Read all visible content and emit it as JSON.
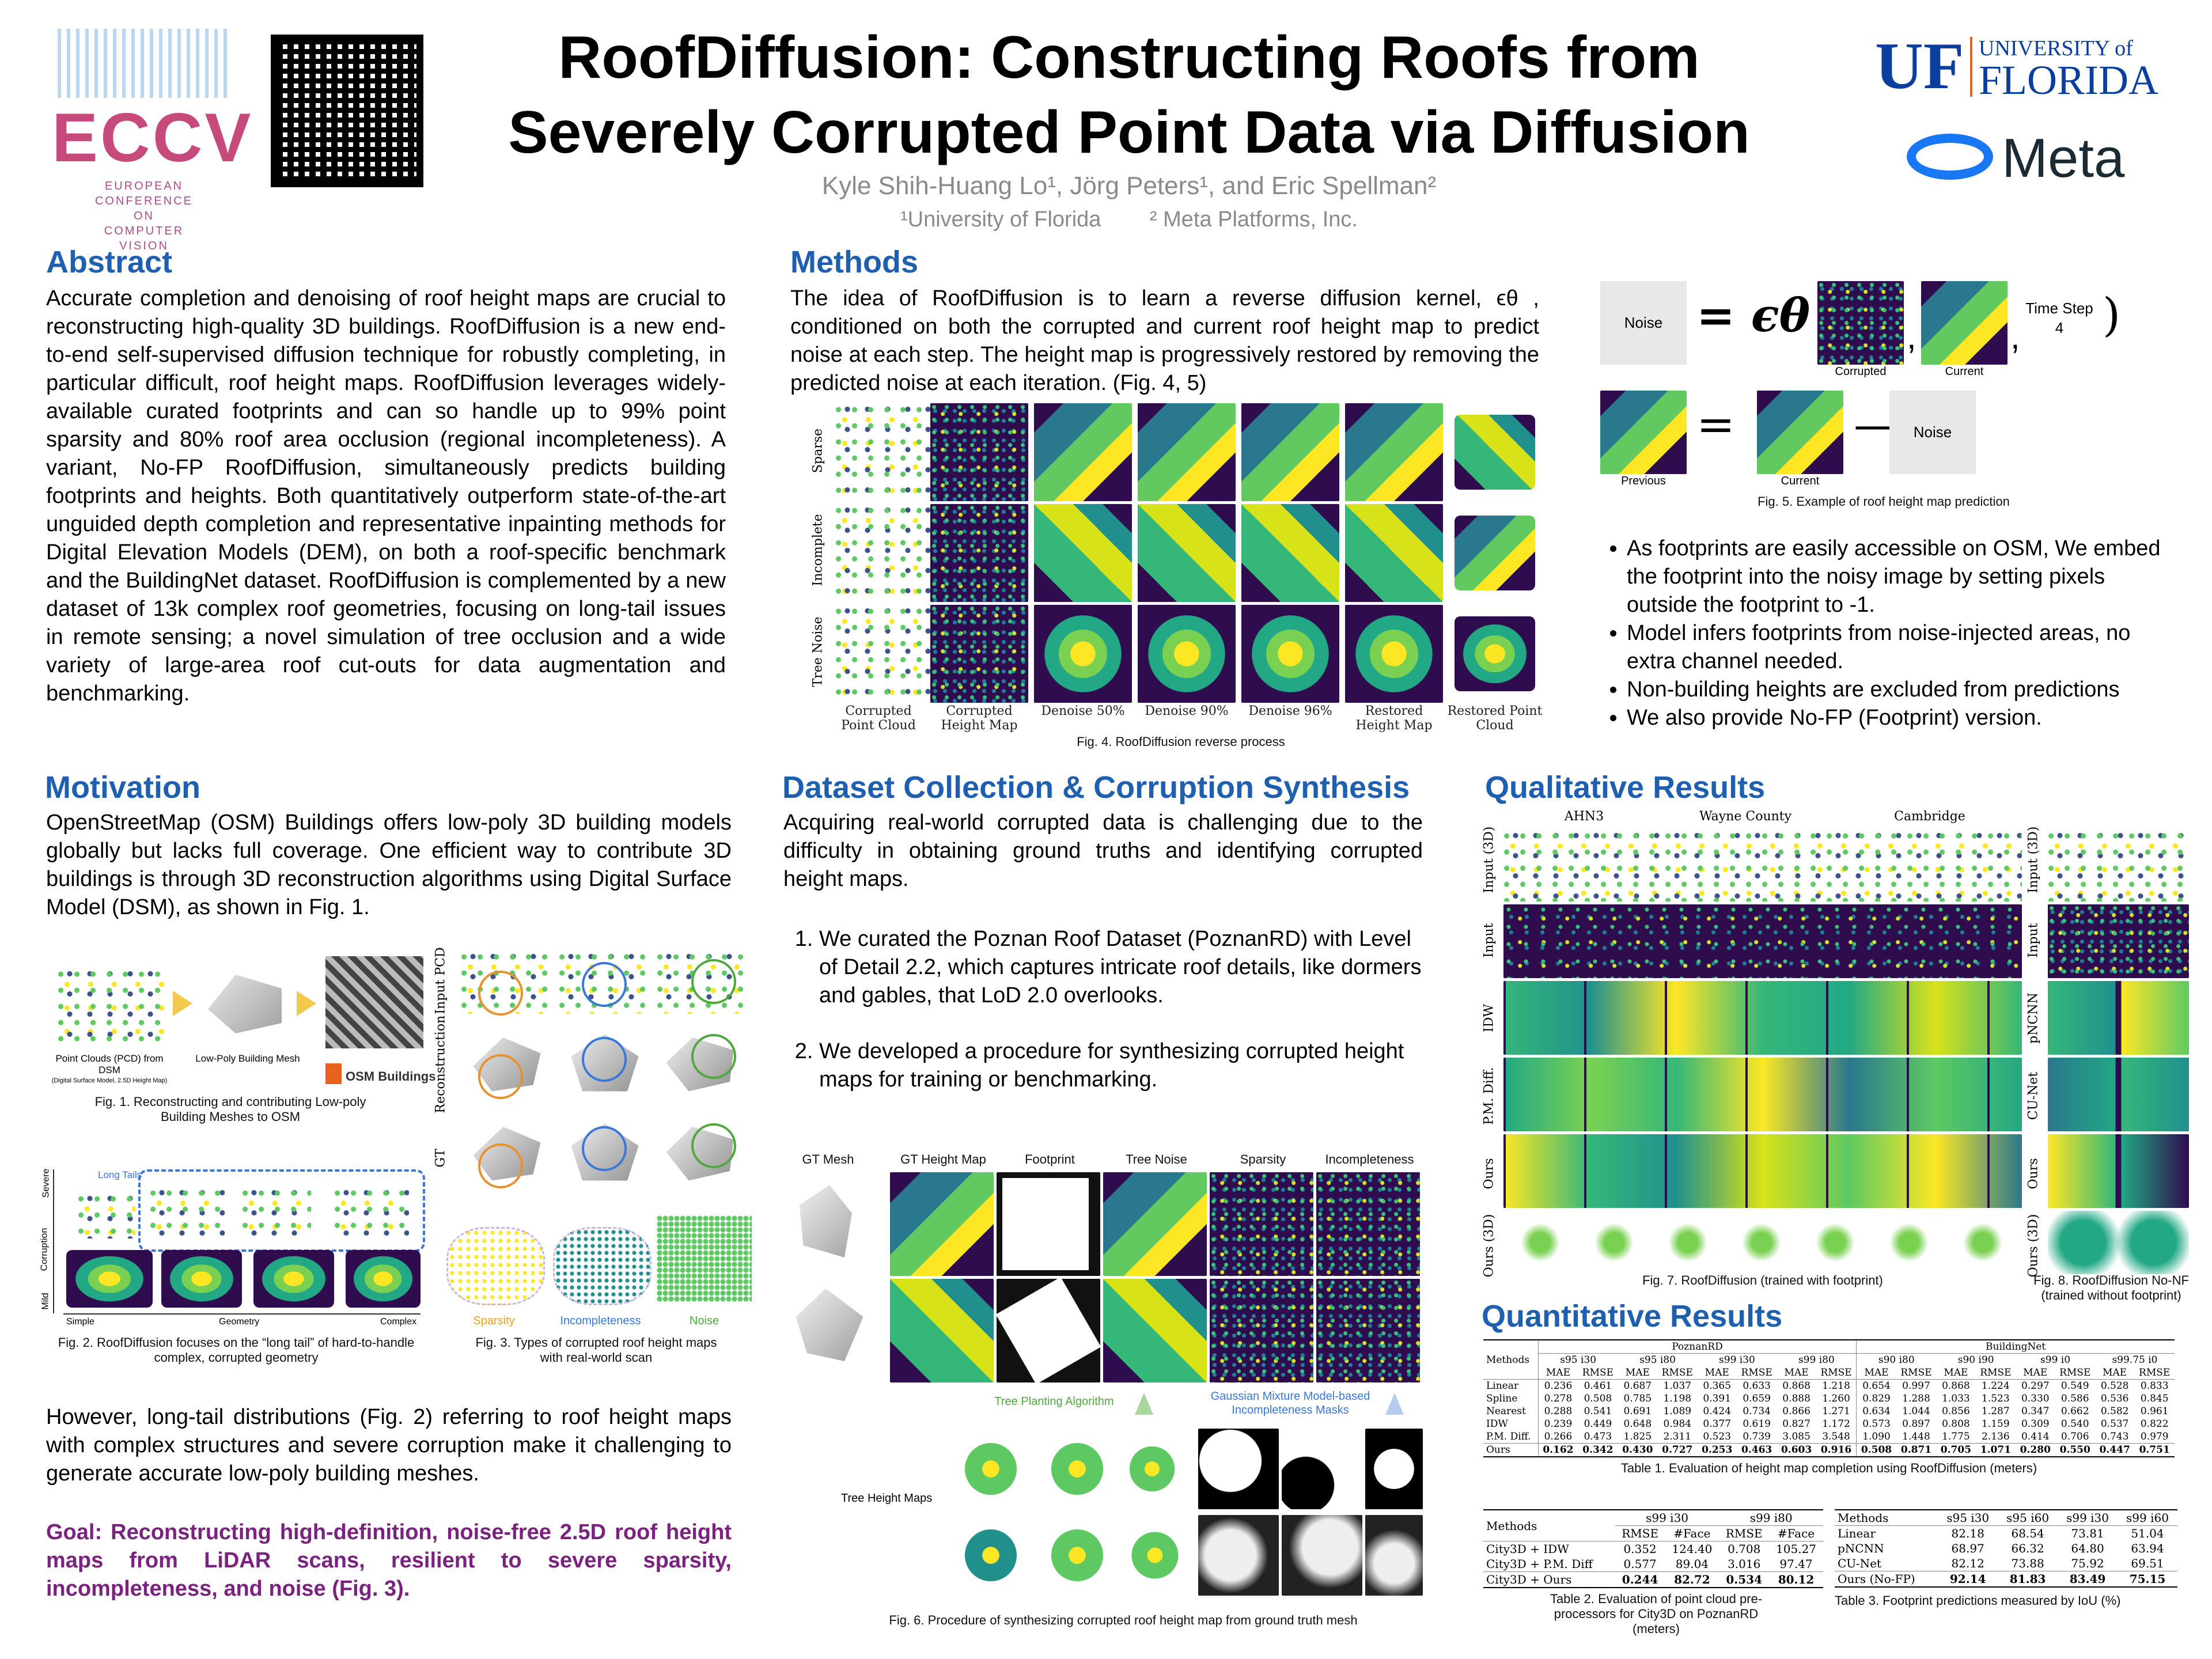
{
  "header": {
    "title_line1": "RoofDiffusion: Constructing Roofs from",
    "title_line2": "Severely Corrupted Point Data via Diffusion",
    "authors": "Kyle Shih-Huang Lo¹, Jörg Peters¹, and Eric Spellman²",
    "affiliations": "¹University of Florida        ² Meta Platforms, Inc.",
    "eccv_logo": "ECCV",
    "eccv_sub": "EUROPEAN CONFERENCE ON COMPUTER VISION",
    "uf_logo": "UF",
    "uf_university": "UNIVERSITY of",
    "uf_florida": "FLORIDA",
    "meta_logo": "Meta"
  },
  "abstract": {
    "title": "Abstract",
    "text": "Accurate completion and denoising of roof height maps are crucial to reconstructing high-quality 3D buildings. RoofDiffusion is a new end-to-end self-supervised diffusion technique for robustly completing, in particular difficult, roof height maps. RoofDiffusion leverages widely-available curated footprints and can so handle up to 99% point sparsity and 80% roof area occlusion (regional incompleteness). A variant, No-FP RoofDiffusion, simultaneously predicts building footprints and heights. Both quantitatively outperform state-of-the-art unguided depth completion and representative inpainting methods for Digital Elevation Models (DEM), on both a roof-specific benchmark and the BuildingNet dataset. RoofDiffusion is complemented by a new dataset of 13k complex roof geometries, focusing on long-tail issues in remote sensing; a novel simulation of tree occlusion and a wide variety of large-area roof cut-outs for data augmentation and benchmarking."
  },
  "methods": {
    "title": "Methods",
    "text": "The idea of RoofDiffusion is to learn a reverse diffusion kernel, ϵθ , conditioned on both the corrupted and current roof height map to predict noise at each step. The height map is progressively restored by removing the predicted noise at each iteration.  (Fig. 4, 5)",
    "fig4_rows": [
      "Sparse",
      "Incomplete",
      "Tree Noise"
    ],
    "fig4_cols": [
      "Corrupted Point Cloud",
      "Corrupted Height Map",
      "Denoise 50%",
      "Denoise 90%",
      "Denoise 96%",
      "Restored Height Map",
      "Restored Point Cloud"
    ],
    "fig4_caption": "Fig. 4. RoofDiffusion reverse process",
    "fig5": {
      "noise": "Noise",
      "eq": "= ϵθ (",
      "corrupted": "Corrupted",
      "current": "Current",
      "timestep": "Time Step",
      "timestep_val": "4",
      "previous": "Previous",
      "current2": "Current",
      "noise2": "Noise",
      "caption": "Fig. 5. Example of roof height map prediction"
    },
    "bullets": [
      "As footprints are easily accessible on OSM, We embed the footprint into the noisy image by setting pixels outside the footprint to -1.",
      "Model infers footprints from noise-injected areas, no extra channel needed.",
      "Non-building heights are excluded from predictions",
      "We also provide No-FP (Footprint) version."
    ]
  },
  "motivation": {
    "title": "Motivation",
    "text": "OpenStreetMap (OSM) Buildings offers low-poly 3D building models globally but lacks full coverage. One efficient way to contribute 3D buildings is through 3D reconstruction algorithms using Digital Surface Model (DSM), as shown in Fig. 1.",
    "fig1": {
      "pcd": "Point Clouds (PCD) from DSM",
      "pcd_sub": "(Digital Surface Model, 2.5D Height Map)",
      "mesh": "Low-Poly Building Mesh",
      "osm": "OSM Buildings",
      "caption": "Fig. 1. Reconstructing and contributing Low-poly Building Meshes to OSM"
    },
    "fig3_rows": [
      "Input PCD",
      "Reconstruction",
      "GT"
    ],
    "fig2": {
      "longtails": "Long Tails",
      "severe": "Severe",
      "corruption": "Corruption",
      "mild": "Mild",
      "simple": "Simple",
      "geometry": "Geometry",
      "complex": "Complex",
      "caption": "Fig. 2. RoofDiffusion focuses on the “long tail” of hard-to-handle complex, corrupted geometry"
    },
    "fig3": {
      "sparsity": "Sparsity",
      "incompleteness": "Incompleteness",
      "noise": "Noise",
      "caption": "Fig. 3. Types of corrupted roof height maps with real-world scan"
    },
    "text2": "However, long-tail distributions (Fig. 2) referring to roof height maps with complex structures and severe corruption make it challenging to generate accurate low-poly building meshes.",
    "goal": "Goal: Reconstructing high-definition, noise-free 2.5D roof height maps from LiDAR scans, resilient to severe sparsity, incompleteness, and noise (Fig. 3)."
  },
  "dataset": {
    "title": "Dataset Collection & Corruption Synthesis",
    "text": "Acquiring real-world corrupted data is challenging due to the difficulty in obtaining ground truths and identifying corrupted height maps.",
    "items": [
      "We curated the Poznan Roof Dataset (PoznanRD) with Level of Detail 2.2, which captures intricate roof details, like dormers and gables, that LoD 2.0 overlooks.",
      "We developed a procedure for synthesizing corrupted height maps for training or benchmarking."
    ],
    "fig6_cols": [
      "GT Mesh",
      "GT Height Map",
      "Footprint",
      "Tree Noise",
      "Sparsity",
      "Incompleteness"
    ],
    "tree_algo": "Tree Planting Algorithm",
    "gmm": "Gaussian Mixture Model-based Incompleteness Masks",
    "tree_maps": "Tree Height Maps",
    "fig6_caption": "Fig. 6. Procedure of synthesizing corrupted roof height map from ground truth mesh"
  },
  "qualitative": {
    "title": "Qualitative Results",
    "groups": [
      "AHN3",
      "Wayne County",
      "Cambridge"
    ],
    "rows": [
      "Input (3D)",
      "Input",
      "IDW",
      "P.M. Diff.",
      "Ours",
      "Ours (3D)"
    ],
    "rows8": [
      "Input (3D)",
      "Input",
      "pNCNN",
      "CU-Net",
      "Ours",
      "Ours (3D)"
    ],
    "fig7_caption": "Fig. 7. RoofDiffusion (trained with footprint)",
    "fig8_caption": "Fig. 8. RoofDiffusion No-NF (trained without footprint)"
  },
  "quantitative": {
    "title": "Quantitative Results",
    "table1": {
      "group_poznan": "PoznanRD",
      "group_bnet": "BuildingNet",
      "methods_label": "Methods",
      "subheads": [
        "s95 i30",
        "s95 i80",
        "s99 i30",
        "s99 i80",
        "s90 i80",
        "s90 i90",
        "s99 i0",
        "s99.75 i0"
      ],
      "metric_mae": "MAE",
      "metric_rmse": "RMSE",
      "rows": [
        {
          "m": "Linear",
          "v": [
            "0.236",
            "0.461",
            "0.687",
            "1.037",
            "0.365",
            "0.633",
            "0.868",
            "1.218",
            "0.654",
            "0.997",
            "0.868",
            "1.224",
            "0.297",
            "0.549",
            "0.528",
            "0.833"
          ]
        },
        {
          "m": "Spline",
          "v": [
            "0.278",
            "0.508",
            "0.785",
            "1.198",
            "0.391",
            "0.659",
            "0.888",
            "1.260",
            "0.829",
            "1.288",
            "1.033",
            "1.523",
            "0.330",
            "0.586",
            "0.536",
            "0.845"
          ]
        },
        {
          "m": "Nearest",
          "v": [
            "0.288",
            "0.541",
            "0.691",
            "1.089",
            "0.424",
            "0.734",
            "0.866",
            "1.271",
            "0.634",
            "1.044",
            "0.856",
            "1.287",
            "0.347",
            "0.662",
            "0.582",
            "0.961"
          ]
        },
        {
          "m": "IDW",
          "v": [
            "0.239",
            "0.449",
            "0.648",
            "0.984",
            "0.377",
            "0.619",
            "0.827",
            "1.172",
            "0.573",
            "0.897",
            "0.808",
            "1.159",
            "0.309",
            "0.540",
            "0.537",
            "0.822"
          ]
        },
        {
          "m": "P.M. Diff.",
          "v": [
            "0.266",
            "0.473",
            "1.825",
            "2.311",
            "0.523",
            "0.739",
            "3.085",
            "3.548",
            "1.090",
            "1.448",
            "1.775",
            "2.136",
            "0.414",
            "0.706",
            "0.743",
            "0.979"
          ]
        }
      ],
      "ours": {
        "m": "Ours",
        "v": [
          "0.162",
          "0.342",
          "0.430",
          "0.727",
          "0.253",
          "0.463",
          "0.603",
          "0.916",
          "0.508",
          "0.871",
          "0.705",
          "1.071",
          "0.280",
          "0.550",
          "0.447",
          "0.751"
        ]
      },
      "caption": "Table 1. Evaluation of height map completion using RoofDiffusion (meters)"
    },
    "table2": {
      "methods_label": "Methods",
      "heads": [
        "s99 i30",
        "s99 i80"
      ],
      "metrics": [
        "RMSE",
        "#Face",
        "RMSE",
        "#Face"
      ],
      "rows": [
        {
          "m": "City3D + IDW",
          "v": [
            "0.352",
            "124.40",
            "0.708",
            "105.27"
          ]
        },
        {
          "m": "City3D + P.M. Diff",
          "v": [
            "0.577",
            "89.04",
            "3.016",
            "97.47"
          ]
        }
      ],
      "ours": {
        "m": "City3D + Ours",
        "v": [
          "0.244",
          "82.72",
          "0.534",
          "80.12"
        ]
      },
      "caption": "Table 2. Evaluation of point cloud pre-processors for City3D on PoznanRD (meters)"
    },
    "table3": {
      "methods_label": "Methods",
      "heads": [
        "s95 i30",
        "s95 i60",
        "s99 i30",
        "s99 i60"
      ],
      "rows": [
        {
          "m": "Linear",
          "v": [
            "82.18",
            "68.54",
            "73.81",
            "51.04"
          ]
        },
        {
          "m": "pNCNN",
          "v": [
            "68.97",
            "66.32",
            "64.80",
            "63.94"
          ]
        },
        {
          "m": "CU-Net",
          "v": [
            "82.12",
            "73.88",
            "75.92",
            "69.51"
          ]
        }
      ],
      "ours": {
        "m": "Ours (No-FP)",
        "v": [
          "92.14",
          "81.83",
          "83.49",
          "75.15"
        ]
      },
      "caption": "Table 3. Footprint predictions measured by IoU (%)"
    }
  }
}
